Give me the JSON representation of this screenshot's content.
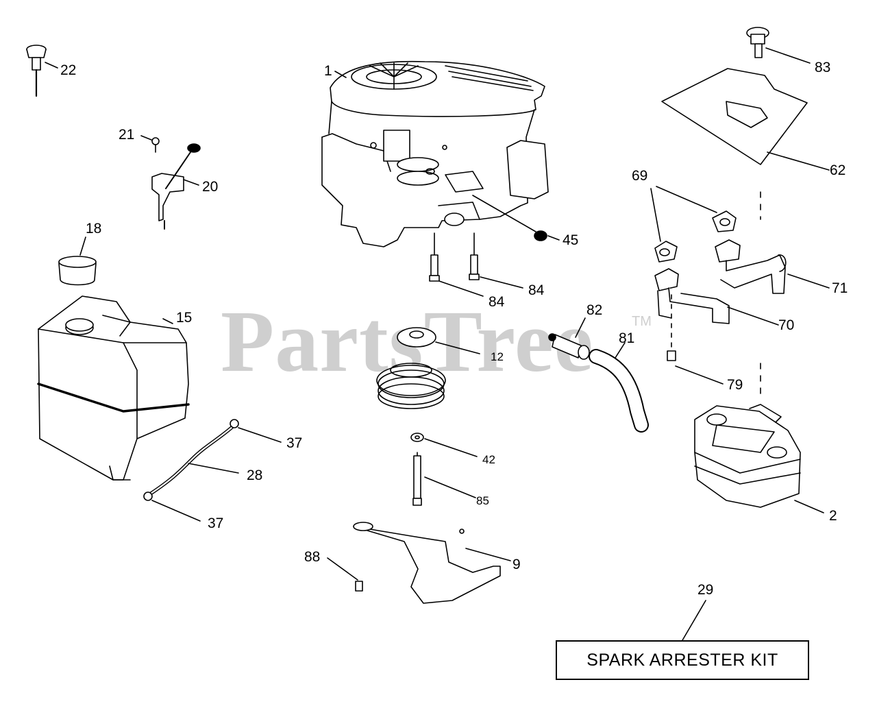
{
  "watermark": {
    "text": "PartsTree",
    "tm": "TM"
  },
  "callouts": {
    "c1": "1",
    "c2": "2",
    "c9": "9",
    "c12": "12",
    "c15": "15",
    "c18": "18",
    "c20": "20",
    "c21": "21",
    "c22": "22",
    "c28": "28",
    "c29": "29",
    "c37a": "37",
    "c37b": "37",
    "c42": "42",
    "c45": "45",
    "c62": "62",
    "c69": "69",
    "c70": "70",
    "c71": "71",
    "c79": "79",
    "c81": "81",
    "c82": "82",
    "c83": "83",
    "c84a": "84",
    "c84b": "84",
    "c85": "85",
    "c88": "88"
  },
  "kit_label": "SPARK ARRESTER KIT"
}
